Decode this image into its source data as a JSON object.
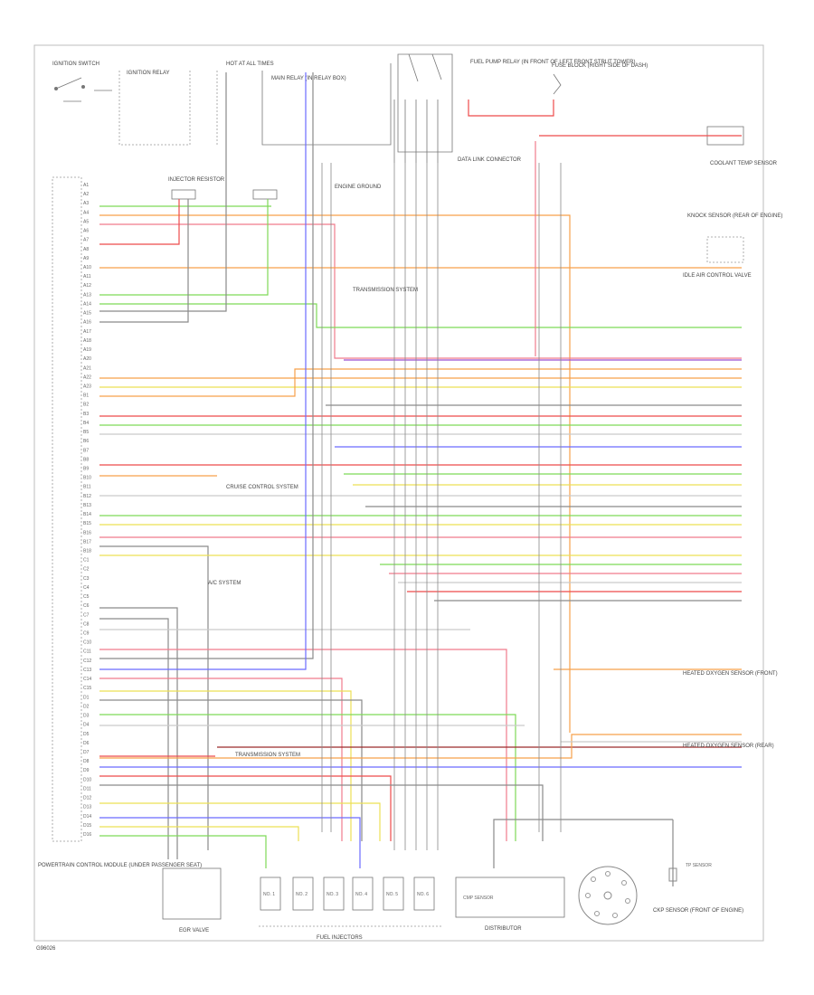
{
  "page_label": "G96026",
  "colors": {
    "frame": "#bdbdbd",
    "green": "#7ed957",
    "orange": "#f6a04a",
    "red": "#ee4b4b",
    "pink": "#f07b8c",
    "yellow": "#ece055",
    "blue": "#6b6bff",
    "purple": "#9a4fd0",
    "brown": "#9b2a2a",
    "gray": "#8a8a8a",
    "lightgray": "#c9c9c9"
  },
  "top_components": [
    {
      "id": "ign-switch",
      "text": "IGNITION SWITCH"
    },
    {
      "id": "ignition-fuse",
      "text": "IGNITION RELAY"
    },
    {
      "id": "hot-all-times",
      "text": "HOT AT ALL TIMES"
    },
    {
      "id": "main-relay",
      "text": "MAIN RELAY (IN RELAY BOX)"
    },
    {
      "id": "fuel-pump-relay",
      "text": "FUEL PUMP RELAY (IN FRONT OF LEFT FRONT STRUT TOWER)"
    },
    {
      "id": "fuse-block",
      "text": "FUSE BLOCK (RIGHT SIDE OF DASH)"
    },
    {
      "id": "eng-ground",
      "text": "ENGINE GROUND"
    },
    {
      "id": "data-link",
      "text": "DATA LINK CONNECTOR"
    },
    {
      "id": "injector-resistor",
      "text": "INJECTOR RESISTOR"
    }
  ],
  "left_box": {
    "text": "POWERTRAIN CONTROL MODULE (UNDER PASSENGER SEAT)",
    "pins": [
      "A1",
      "A2",
      "A3",
      "A4",
      "A5",
      "A6",
      "A7",
      "A8",
      "A9",
      "A10",
      "A11",
      "A12",
      "A13",
      "A14",
      "A15",
      "A16",
      "A17",
      "A18",
      "A19",
      "A20",
      "A21",
      "A22",
      "A23",
      "B1",
      "B2",
      "B3",
      "B4",
      "B5",
      "B6",
      "B7",
      "B8",
      "B9",
      "B10",
      "B11",
      "B12",
      "B13",
      "B14",
      "B15",
      "B16",
      "B17",
      "B18",
      "C1",
      "C2",
      "C3",
      "C4",
      "C5",
      "C6",
      "C7",
      "C8",
      "C9",
      "C10",
      "C11",
      "C12",
      "C13",
      "C14",
      "C15",
      "D1",
      "D2",
      "D3",
      "D4",
      "D5",
      "D6",
      "D7",
      "D8",
      "D9",
      "D10",
      "D11",
      "D12",
      "D13",
      "D14",
      "D15",
      "D16"
    ]
  },
  "right_labels": [
    {
      "id": "scan-tool",
      "text": "COOLANT TEMP SENSOR"
    },
    {
      "id": "knock-sensor",
      "text": "KNOCK SENSOR (REAR OF ENGINE)"
    },
    {
      "id": "idle-air",
      "text": "IDLE AIR CONTROL VALVE"
    },
    {
      "id": "o2-front",
      "text": "HEATED OXYGEN SENSOR (FRONT)"
    },
    {
      "id": "o2-rear",
      "text": "HEATED OXYGEN SENSOR (REAR)"
    }
  ],
  "mid_labels": [
    {
      "id": "trans-system",
      "text": "TRANSMISSION SYSTEM"
    },
    {
      "id": "cruise",
      "text": "CRUISE CONTROL SYSTEM"
    },
    {
      "id": "ac-system",
      "text": "A/C SYSTEM"
    },
    {
      "id": "trans-system-2",
      "text": "TRANSMISSION SYSTEM"
    }
  ],
  "bottom_labels": {
    "eva": "EGR VALVE",
    "fuel_injectors": "FUEL INJECTORS",
    "distributor": "DISTRIBUTOR",
    "cmp": "CMP SENSOR",
    "ckp_sensor": "CKP SENSOR (FRONT OF ENGINE)",
    "tps": "TP SENSOR",
    "injector_names": [
      "NO. 1",
      "NO. 2",
      "NO. 3",
      "NO. 4",
      "NO. 5",
      "NO. 6"
    ]
  }
}
